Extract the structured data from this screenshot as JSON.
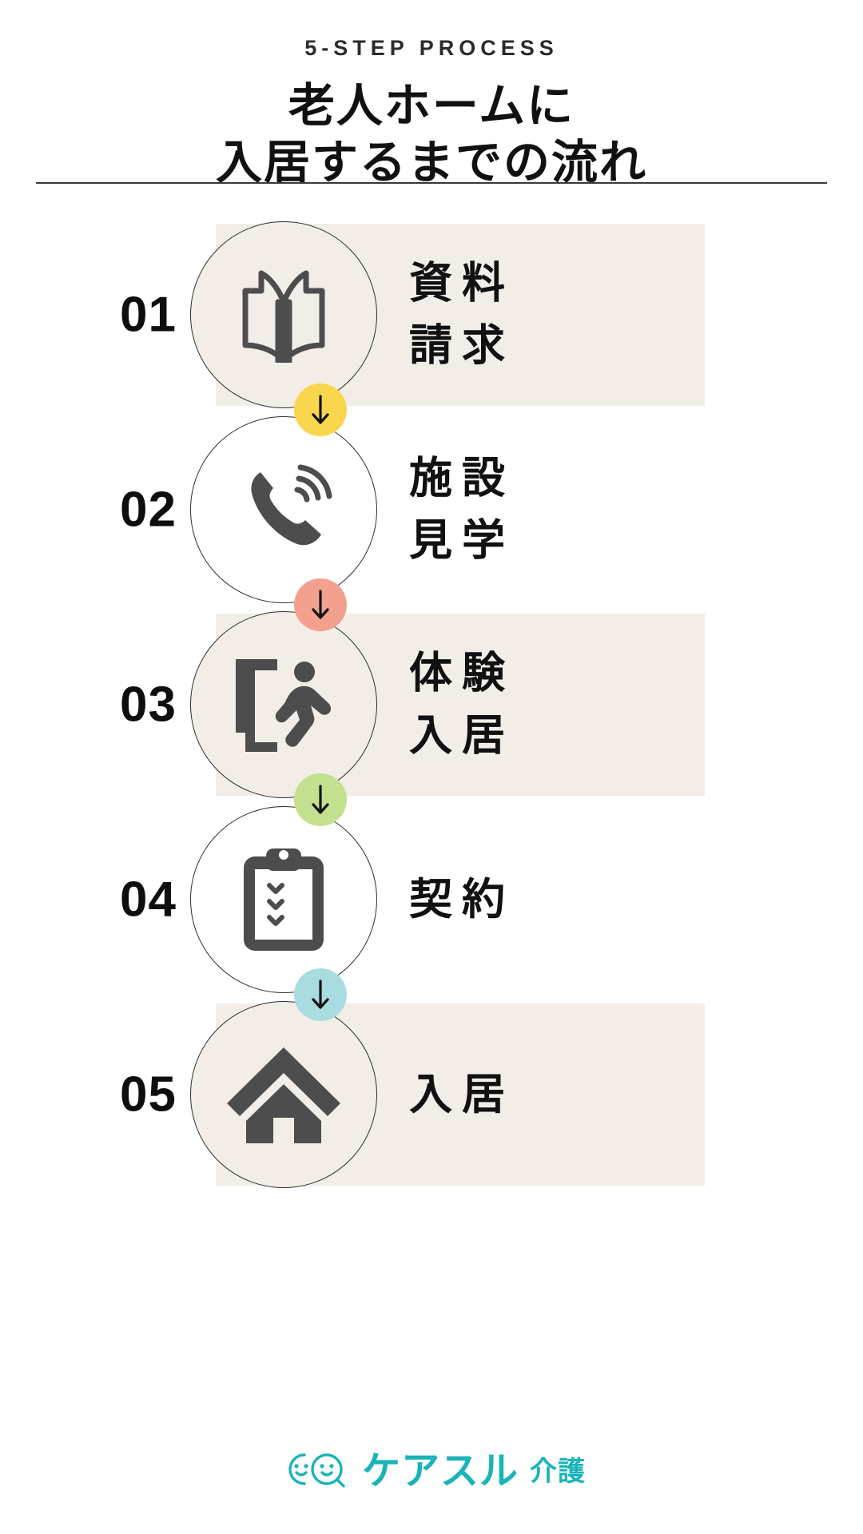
{
  "header": {
    "eyebrow": "5-STEP PROCESS",
    "title_line1": "老人ホームに",
    "title_line2": "入居するまでの流れ"
  },
  "colors": {
    "band_beige": "#f2ede7",
    "circle_outline": "#2e2e2e",
    "icon_gray": "#4d4d4d",
    "text_dark": "#111111",
    "brand_teal": "#1bb3b8",
    "badge_yellow": "#f8d64e",
    "badge_salmon": "#f4a08f",
    "badge_green": "#c3e08f",
    "badge_blue": "#a8dce0"
  },
  "steps": [
    {
      "number": "01",
      "label_line1": "資料",
      "label_line2": "請求",
      "icon": "open-book-icon",
      "circle_fill": "beige",
      "band": true
    },
    {
      "number": "02",
      "label_line1": "施設",
      "label_line2": "見学",
      "icon": "ringing-phone-icon",
      "circle_fill": "white",
      "band": false
    },
    {
      "number": "03",
      "label_line1": "体験",
      "label_line2": "入居",
      "icon": "door-walking-person-icon",
      "circle_fill": "beige",
      "band": true
    },
    {
      "number": "04",
      "label_line1": "契約",
      "label_line2": "",
      "icon": "clipboard-checklist-icon",
      "circle_fill": "white",
      "band": false
    },
    {
      "number": "05",
      "label_line1": "入居",
      "label_line2": "",
      "icon": "house-icon",
      "circle_fill": "beige",
      "band": true
    }
  ],
  "connectors": [
    {
      "icon": "arrow-down-icon",
      "color": "#f8d64e"
    },
    {
      "icon": "arrow-down-icon",
      "color": "#f4a08f"
    },
    {
      "icon": "arrow-down-icon",
      "color": "#c3e08f"
    },
    {
      "icon": "arrow-down-icon",
      "color": "#a8dce0"
    }
  ],
  "logo": {
    "mark": "two-smiling-faces-icon",
    "name": "ケアスル",
    "suffix": "介護"
  }
}
